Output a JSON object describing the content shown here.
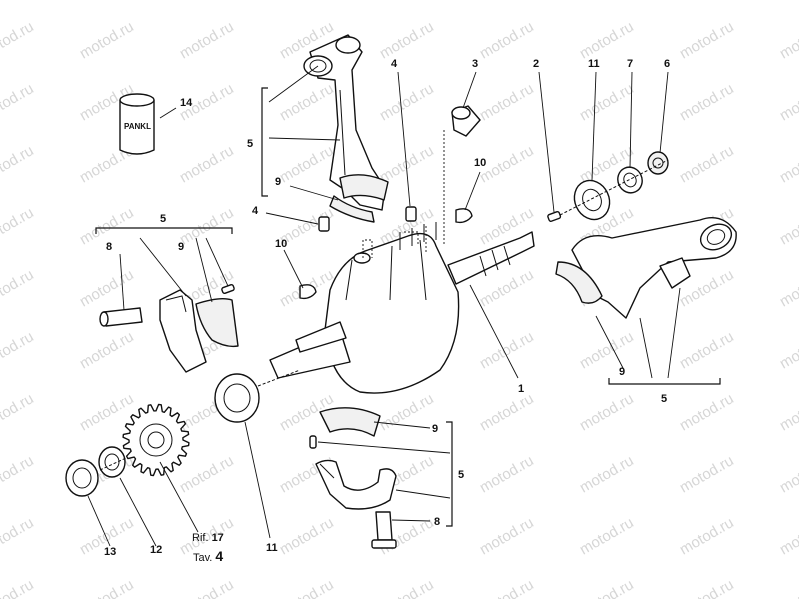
{
  "watermark": "motod.ru",
  "brand_label": "PANKL",
  "reference": {
    "rif_label": "Rif.",
    "rif_number": "17",
    "tav_label": "Tav.",
    "tav_number": "4"
  },
  "callouts": {
    "c1": "1",
    "c2": "2",
    "c3": "3",
    "c4a": "4",
    "c4b": "4",
    "c5a": "5",
    "c5b": "5",
    "c5c": "5",
    "c5d": "5",
    "c6": "6",
    "c7": "7",
    "c8a": "8",
    "c8b": "8",
    "c9a": "9",
    "c9b": "9",
    "c9c": "9",
    "c9d": "9",
    "c10a": "10",
    "c10b": "10",
    "c11a": "11",
    "c11b": "11",
    "c12": "12",
    "c13": "13",
    "c14": "14"
  }
}
